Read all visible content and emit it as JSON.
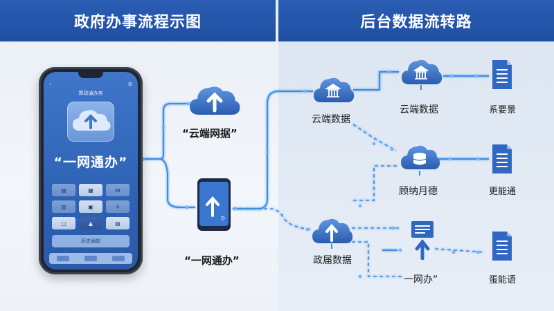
{
  "headers": {
    "left_title": "政府办事流程示图",
    "right_title": "后台数据流转路"
  },
  "phone": {
    "app_title": "算政通办务",
    "hero_label": "“一网通办”",
    "wide_button_label": "历史通知"
  },
  "left_nodes": {
    "cloud_label": "“云端网据”",
    "phone_label": "“一网通办”"
  },
  "middle_nodes": {
    "cloud_top_label": "云端数据",
    "cloud_bottom_label": "政届数据"
  },
  "right_col1": {
    "top_label": "云端数据",
    "middle_label": "顾纳月德",
    "bottom_label": "一网办”"
  },
  "right_col2": {
    "top_label": "系要景",
    "middle_label": "更能通",
    "bottom_label": "蛋能语"
  },
  "colors": {
    "header_blue": "#2356ad",
    "link_blue": "#3a8de0",
    "node_blue": "#2f67c2"
  }
}
